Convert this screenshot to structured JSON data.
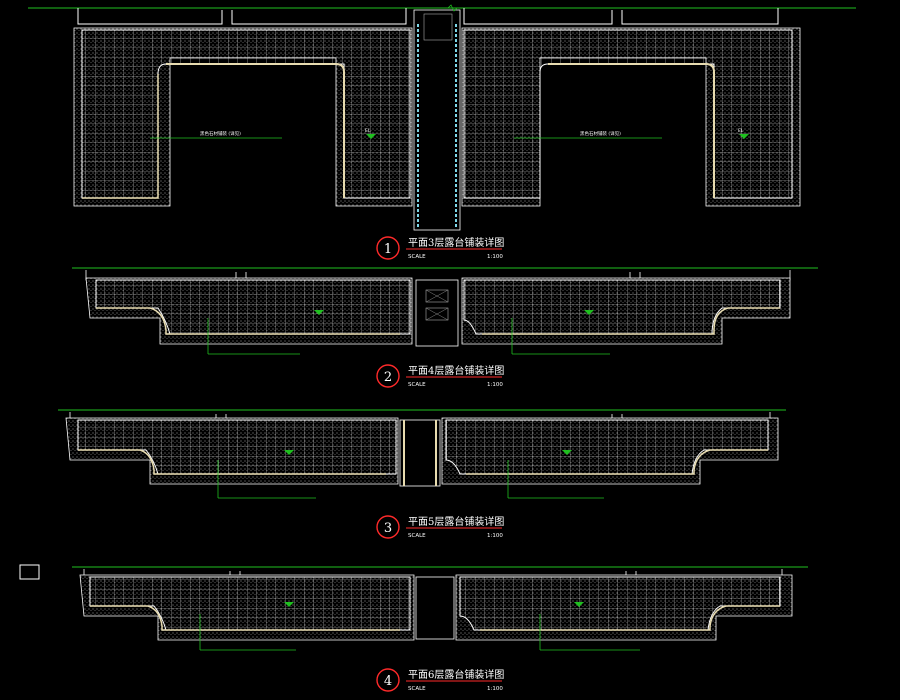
{
  "colors": {
    "background": "#000000",
    "grid": "#d8d8d8",
    "outline": "#ffffff",
    "leader": "#1fbf1f",
    "baseline": "#1fbf1f",
    "title_underline": "#ff2a2a",
    "circle": "#ff2a2a",
    "stone_edge": "#e8dcb0",
    "water_edge": "#7fd7e8",
    "elevation_marker": "#1fbf1f"
  },
  "details": [
    {
      "number": "1",
      "title": "平面3层露台铺装详图",
      "scale_label": "SCALE",
      "scale_value": "1:100"
    },
    {
      "number": "2",
      "title": "平面4层露台铺装详图",
      "scale_label": "SCALE",
      "scale_value": "1:100"
    },
    {
      "number": "3",
      "title": "平面5层露台铺装详图",
      "scale_label": "SCALE",
      "scale_value": "1:100"
    },
    {
      "number": "4",
      "title": "平面6层露台铺装详图",
      "scale_label": "SCALE",
      "scale_value": "1:100"
    }
  ],
  "icons": {
    "selection_box": "empty-rectangle-icon",
    "elevation_marker": "triangle-down-icon",
    "break_symbol": "zigzag-break-icon"
  }
}
